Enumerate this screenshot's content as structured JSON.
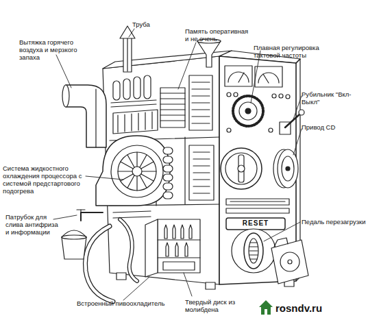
{
  "diagram": {
    "labels": [
      "Труба",
      "Память оперативная и не очень",
      "Вытяжка горячего воздуха и мерзкого запаха",
      "Плавная регулировка тактовой частоты",
      "Рубильник \"Вкл-Выкл\"",
      "Привод CD",
      "Система жидкостного охлаждения процессора с системой предстартового подогрева",
      "Патрубок для слива антифриза и информации",
      "RESET",
      "Педаль перезагрузки",
      "Встроенный пивоохладитель",
      "Твердый диск из молибдена",
      "rosndv.ru"
    ]
  }
}
